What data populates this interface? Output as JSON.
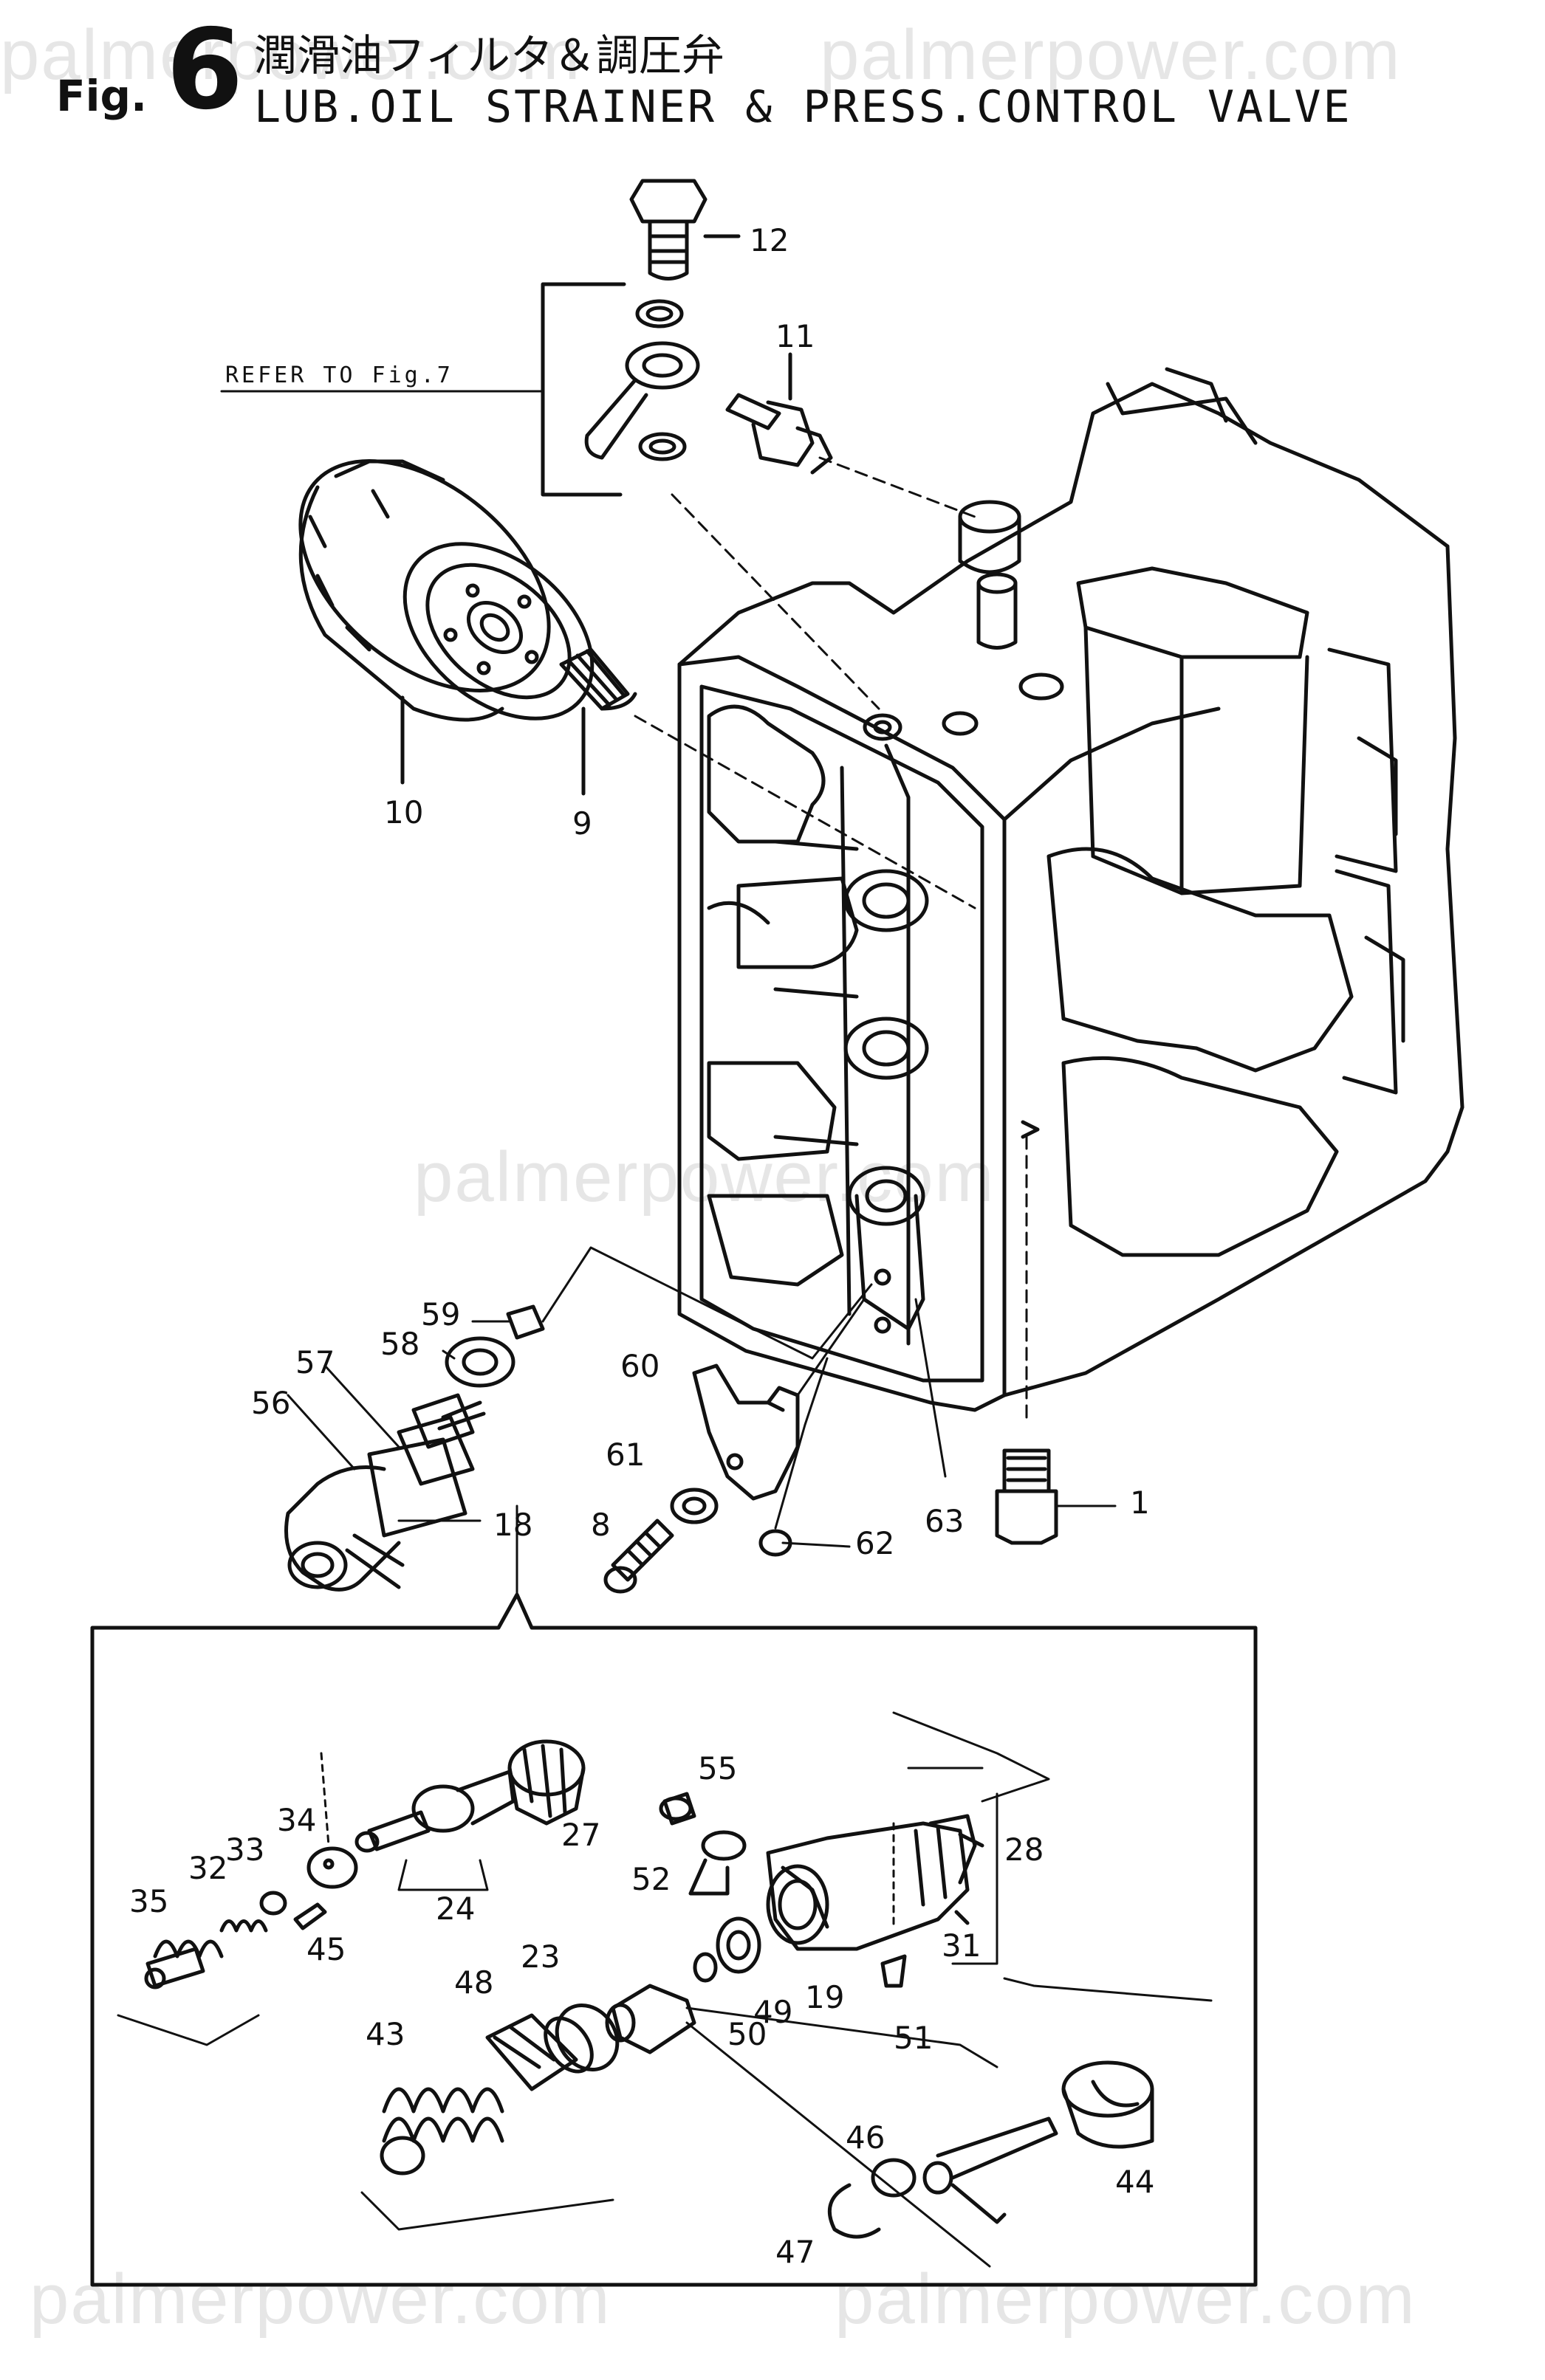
{
  "watermark": "palmerpower.com",
  "figure": {
    "prefix": "Fig.",
    "number": "6",
    "title_jp": "潤滑油フィルタ＆調圧弁",
    "title_en": "LUB.OIL STRAINER & PRESS.CONTROL VALVE"
  },
  "reference_note": "REFER TO Fig.7",
  "callouts": {
    "c1": "1",
    "c8": "8",
    "c9": "9",
    "c10": "10",
    "c11": "11",
    "c12": "12",
    "c18": "18",
    "c19": "19",
    "c23": "23",
    "c24": "24",
    "c27": "27",
    "c28": "28",
    "c31": "31",
    "c32": "32",
    "c33": "33",
    "c34": "34",
    "c35": "35",
    "c43": "43",
    "c44": "44",
    "c45": "45",
    "c46": "46",
    "c47": "47",
    "c48": "48",
    "c49": "49",
    "c50": "50",
    "c51": "51",
    "c52": "52",
    "c55": "55",
    "c56": "56",
    "c57": "57",
    "c58": "58",
    "c59": "59",
    "c60": "60",
    "c61": "61",
    "c62": "62",
    "c63": "63"
  }
}
